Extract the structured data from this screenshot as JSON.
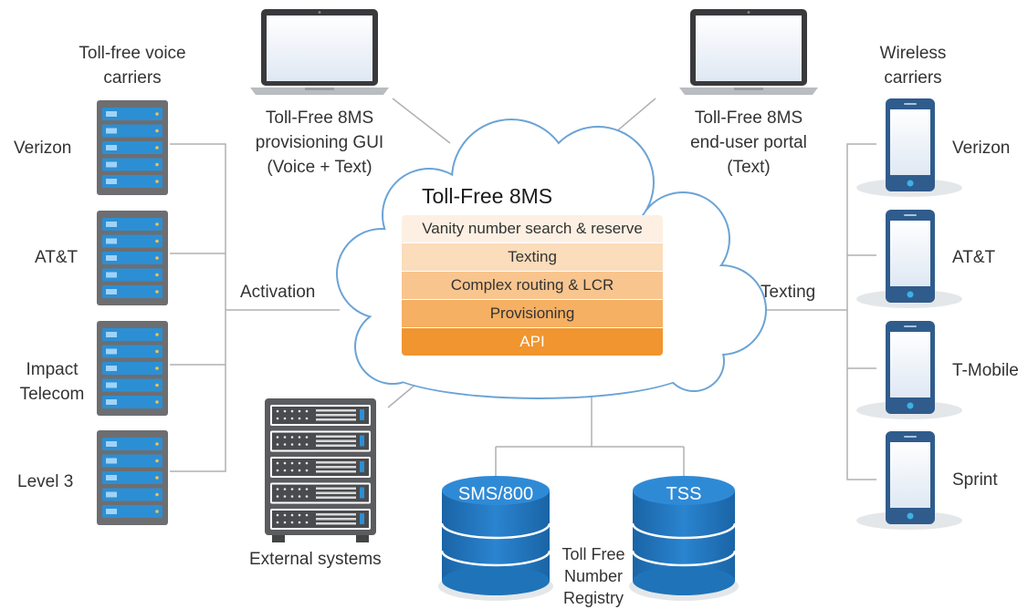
{
  "left_group": {
    "heading": "Toll-free voice carriers",
    "heading_lines": [
      "Toll-free voice",
      "carriers"
    ],
    "connector_label": "Activation",
    "carriers": [
      {
        "label_lines": [
          "Verizon"
        ]
      },
      {
        "label_lines": [
          "AT&T"
        ]
      },
      {
        "label_lines": [
          "Impact",
          "Telecom"
        ]
      },
      {
        "label_lines": [
          "Level 3"
        ]
      }
    ]
  },
  "right_group": {
    "heading_lines": [
      "Wireless",
      "carriers"
    ],
    "connector_label": "Texting",
    "carriers": [
      {
        "label": "Verizon"
      },
      {
        "label": "AT&T"
      },
      {
        "label": "T-Mobile"
      },
      {
        "label": "Sprint"
      }
    ]
  },
  "laptops": [
    {
      "lines": [
        "Toll-Free 8MS",
        "provisioning GUI",
        "(Voice + Text)"
      ]
    },
    {
      "lines": [
        "Toll-Free 8MS",
        "end-user portal",
        "(Text)"
      ]
    }
  ],
  "cloud": {
    "title": "Toll-Free 8MS",
    "layers": [
      {
        "label": "Vanity number search & reserve",
        "color": "#fdf0e3"
      },
      {
        "label": "Texting",
        "color": "#fbdcbb"
      },
      {
        "label": "Complex routing & LCR",
        "color": "#f8c58f"
      },
      {
        "label": "Provisioning",
        "color": "#f5b063"
      },
      {
        "label": "API",
        "color": "#f0952f"
      }
    ]
  },
  "external_systems": {
    "label": "External systems"
  },
  "registry": {
    "databases": [
      {
        "label": "SMS/800"
      },
      {
        "label": "TSS"
      }
    ],
    "label_lines": [
      "Toll Free",
      "Number",
      "Registry"
    ]
  },
  "colors": {
    "server_body": "#6d6e71",
    "server_light": "#2c8fd4",
    "phone_body": "#2f5c8c",
    "db_blue": "#1f73b9",
    "line": "#b0b0b0",
    "cloud_border": "#6aa3d6"
  }
}
